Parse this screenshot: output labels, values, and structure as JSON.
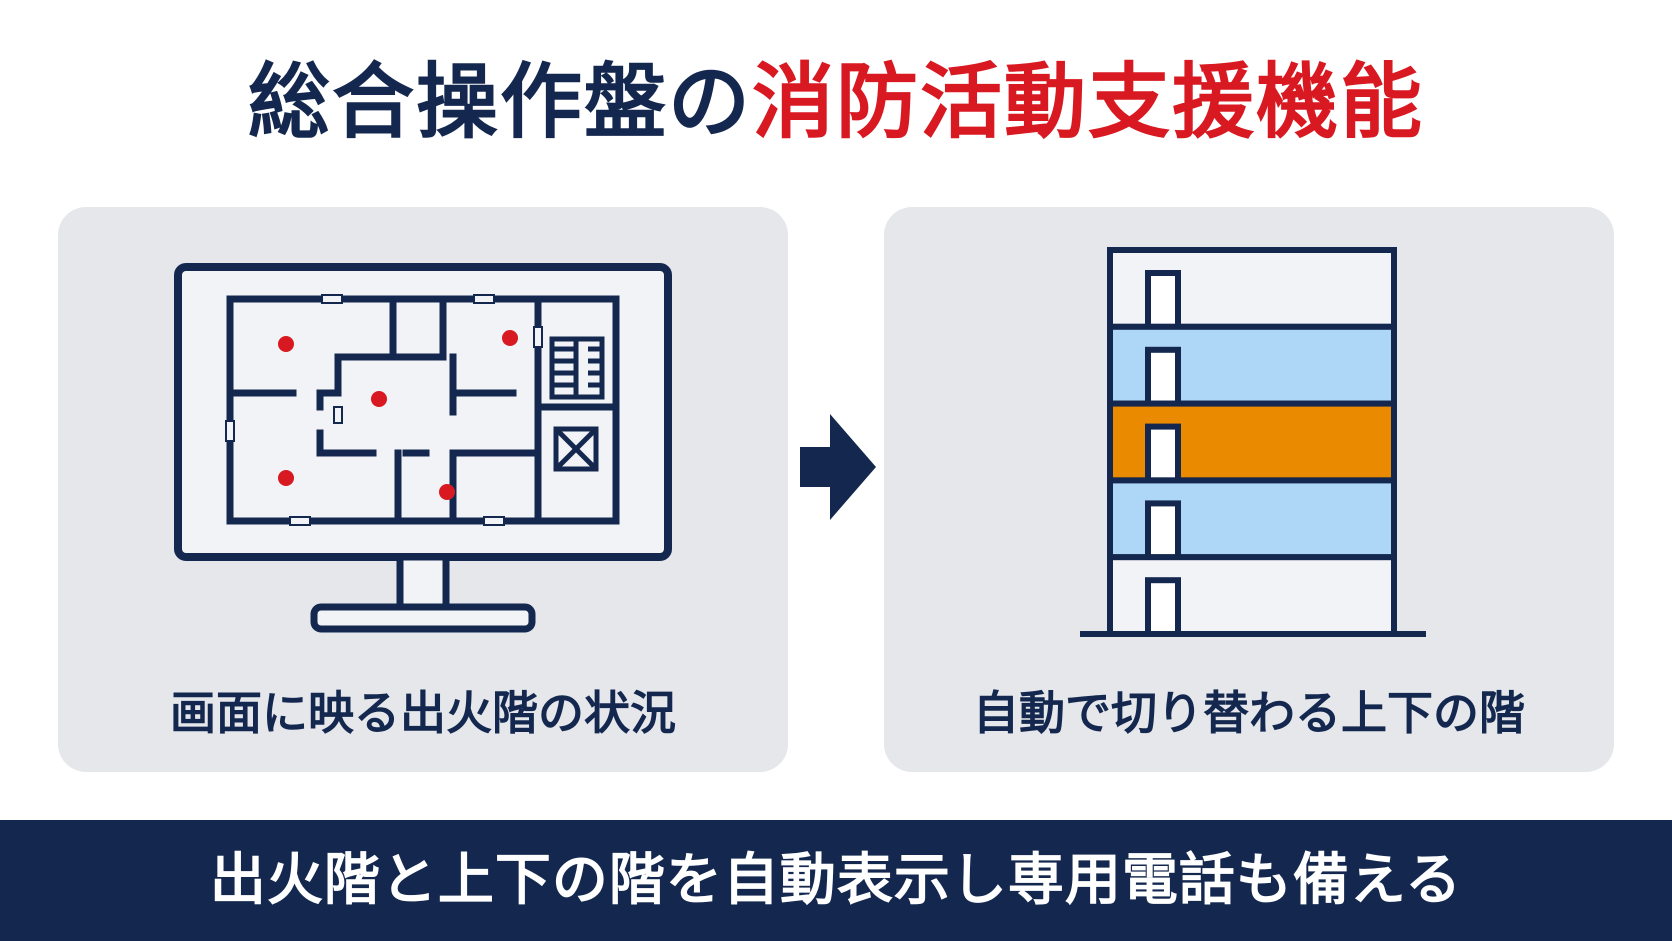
{
  "title": {
    "part1": "総合操作盤の",
    "part2": "消防活動支援機能"
  },
  "left_panel": {
    "icon": "monitor-floor-plan-icon",
    "caption": "画面に映る出火階の状況"
  },
  "right_panel": {
    "icon": "building-floors-icon",
    "caption": "自動で切り替わる上下の階",
    "floors": [
      {
        "state": "normal"
      },
      {
        "state": "adjacent"
      },
      {
        "state": "fire"
      },
      {
        "state": "adjacent"
      },
      {
        "state": "normal"
      }
    ]
  },
  "arrow": {
    "icon": "arrow-right-icon"
  },
  "banner": {
    "text": "出火階と上下の階を自動表示し専用電話も備える"
  },
  "colors": {
    "navy": "#14284f",
    "red": "#d81921",
    "orange": "#ea8a00",
    "light_blue": "#aed6f7",
    "panel_gray": "#e5e7eb",
    "screen_white": "#f2f3f6"
  }
}
